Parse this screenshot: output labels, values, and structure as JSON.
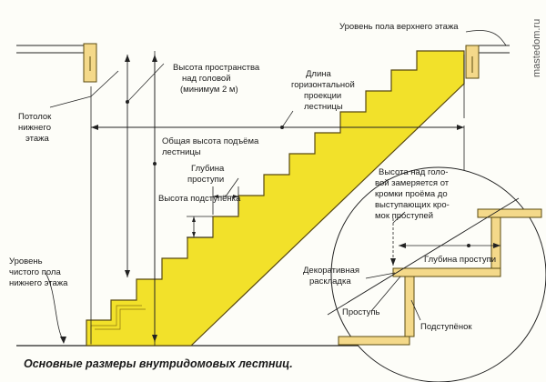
{
  "labels": {
    "upper_floor": "Уровень пола верхнего этажа",
    "headroom_1": "Высота пространства",
    "headroom_2": "над головой",
    "headroom_3": "(минимум 2 м)",
    "horiz_1": "Длина",
    "horiz_2": "горизонтальной",
    "horiz_3": "проекции",
    "horiz_4": "лестницы",
    "ceiling_1": "Потолок",
    "ceiling_2": "нижнего",
    "ceiling_3": "этажа",
    "rise_total_1": "Общая высота подъёма",
    "rise_total_2": "лестницы",
    "tread_depth_1": "Глубина",
    "tread_depth_2": "проступи",
    "riser_height": "Высота подступёнка",
    "lower_floor_1": "Уровень",
    "lower_floor_2": "чистого пола",
    "lower_floor_3": "нижнего этажа",
    "detail_head_1": "Высота над голо-",
    "detail_head_2": "вой замеряется от",
    "detail_head_3": "кромки проёма до",
    "detail_head_4": "выступающих кро-",
    "detail_head_5": "мок проступей",
    "detail_tread_depth": "Глубина проступи",
    "nosing_1": "Декоративная",
    "nosing_2": "раскладка",
    "tread": "Проступь",
    "riser": "Подступёнок"
  },
  "caption": "Основные размеры внутридомовых лестниц.",
  "watermark": "mastedom.ru",
  "colors": {
    "stair_fill": "#f2e12a",
    "stair_stroke": "#5a4a10",
    "wood_fill": "#f4d98a",
    "line": "#222222"
  }
}
